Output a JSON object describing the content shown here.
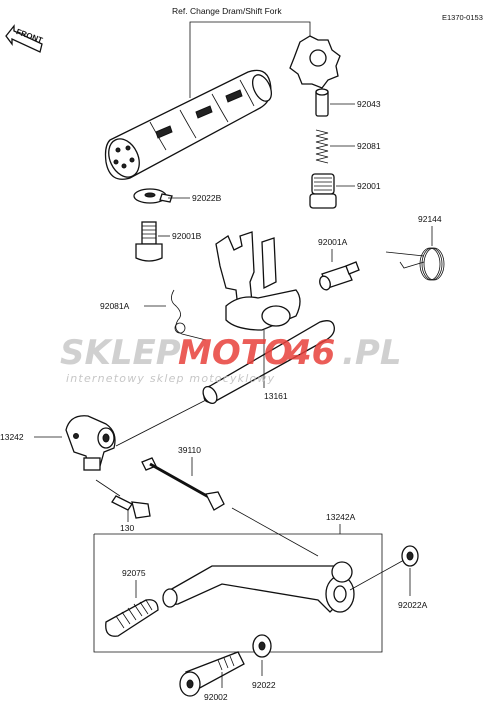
{
  "diagram": {
    "code": "E1370-0153",
    "ref_label": "Ref. Change Dram/Shift Fork",
    "front_label": "FRONT",
    "watermark": {
      "brand_a": "SKLEP",
      "brand_b": "MOTO",
      "brand_c": "46",
      "brand_d": ".PL",
      "tagline": "internetowy sklep motocyklowy"
    },
    "parts": [
      {
        "id": "p92043",
        "number": "92043"
      },
      {
        "id": "p92081",
        "number": "92081"
      },
      {
        "id": "p92001",
        "number": "92001"
      },
      {
        "id": "p92022B",
        "number": "92022B"
      },
      {
        "id": "p92001B",
        "number": "92001B"
      },
      {
        "id": "p92144",
        "number": "92144"
      },
      {
        "id": "p92001A",
        "number": "92001A"
      },
      {
        "id": "p92081A",
        "number": "92081A"
      },
      {
        "id": "p13161",
        "number": "13161"
      },
      {
        "id": "p13242",
        "number": "13242"
      },
      {
        "id": "p39110",
        "number": "39110"
      },
      {
        "id": "p130",
        "number": "130"
      },
      {
        "id": "p13242A",
        "number": "13242A"
      },
      {
        "id": "p92075",
        "number": "92075"
      },
      {
        "id": "p92022A",
        "number": "92022A"
      },
      {
        "id": "p92022",
        "number": "92022"
      },
      {
        "id": "p92002",
        "number": "92002"
      }
    ],
    "colors": {
      "ink": "#111111",
      "watermark_red": "#e8413c",
      "watermark_grey": "#bdbdbd"
    }
  }
}
